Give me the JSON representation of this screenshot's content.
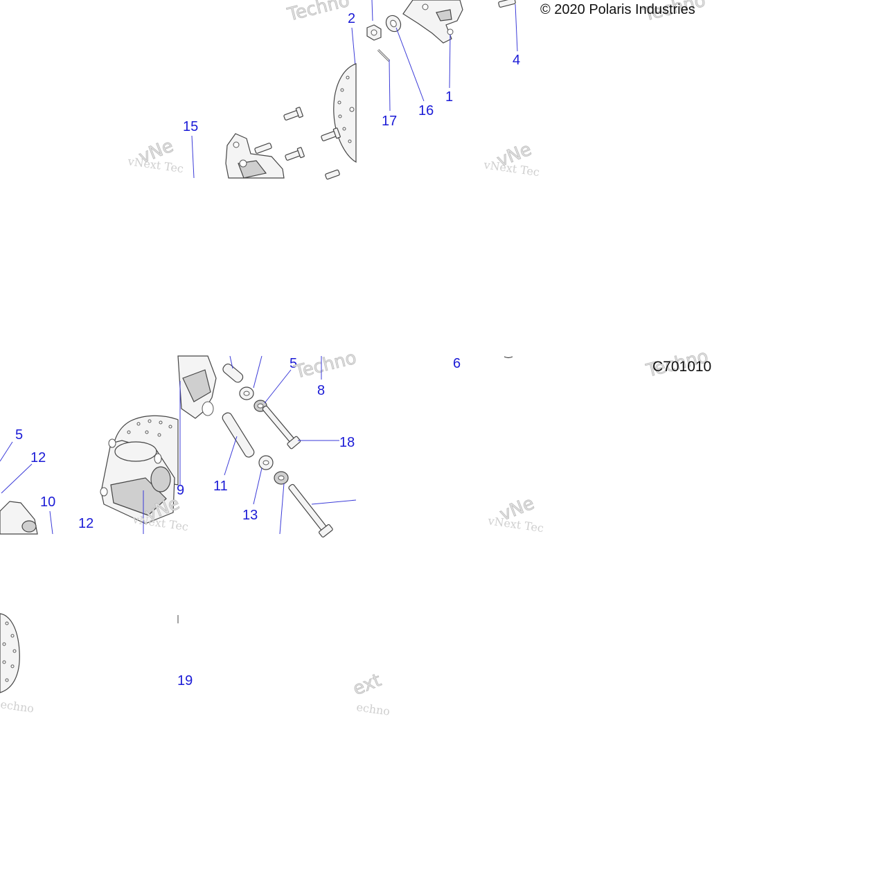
{
  "copyright": "© 2020 Polaris Industries",
  "diagram_code": "C701010",
  "watermarks": {
    "small": "vNext Tec",
    "big_ne": "vNe",
    "big_techno": "Techno",
    "frag_ext": "ext",
    "frag_techno": "echno"
  },
  "callouts": {
    "n1": "1",
    "n2": "2",
    "n4": "4",
    "n5a": "5",
    "n5b": "5",
    "n6": "6",
    "n8": "8",
    "n9": "9",
    "n10": "10",
    "n11": "11",
    "n12a": "12",
    "n12b": "12",
    "n13": "13",
    "n15": "15",
    "n16": "16",
    "n17": "17",
    "n18": "18",
    "n19": "19"
  }
}
